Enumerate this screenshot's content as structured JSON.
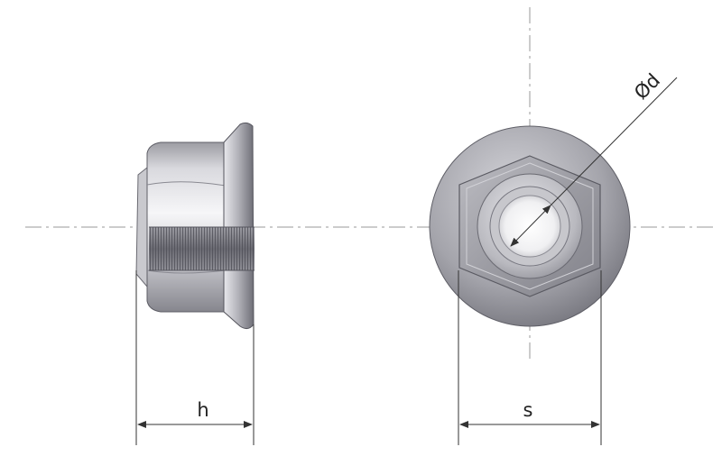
{
  "labels": {
    "height": "h",
    "width_across_flats": "s",
    "diameter": "Ød"
  },
  "colors": {
    "background": "#ffffff",
    "centerline": "#9a9a9a",
    "dimension_line": "#333333",
    "metal_light": "#f4f4f6",
    "metal_mid": "#b4b4ba",
    "metal_dark": "#5f5f66"
  }
}
